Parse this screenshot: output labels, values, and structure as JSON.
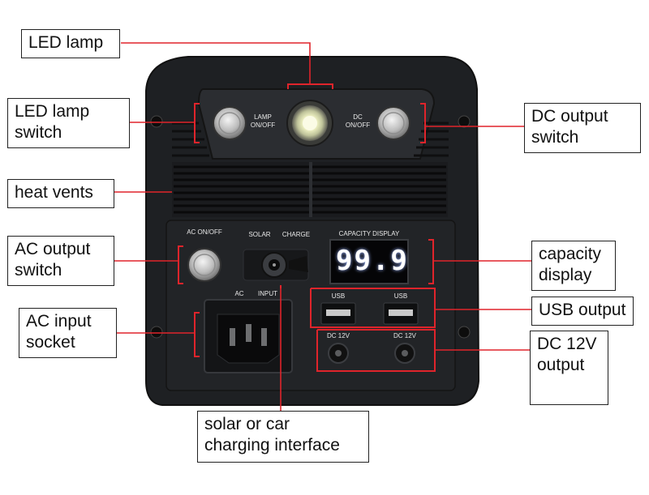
{
  "callouts": {
    "led_lamp": "LED lamp",
    "led_lamp_switch": [
      "LED lamp",
      "switch"
    ],
    "heat_vents": "heat vents",
    "ac_output_switch": [
      "AC output",
      "switch"
    ],
    "ac_input_socket": [
      "AC input",
      "socket"
    ],
    "dc_output_switch": [
      "DC output",
      "switch"
    ],
    "capacity_display": [
      "capacity",
      "display"
    ],
    "usb_output": "USB output",
    "dc_12v_output": [
      "DC 12V",
      "output"
    ],
    "solar_charging": [
      "solar or car",
      "charging interface"
    ]
  },
  "panel_labels": {
    "lamp_switch": [
      "LAMP",
      "ON/OFF"
    ],
    "dc_switch": [
      "DC",
      "ON/OFF"
    ],
    "ac_switch": "AC ON/OFF",
    "solar": "SOLAR",
    "charge": "CHARGE",
    "ac": "AC",
    "input": "INPUT",
    "capacity": "CAPACITY DISPLAY",
    "usb_left": "USB",
    "usb_right": "USB",
    "dc12_left": "DC 12V",
    "dc12_right": "DC 12V"
  },
  "display_reading": "99.9",
  "colors": {
    "leader_line": "#e0242b",
    "bracket": "#e0242b",
    "panel": "#222427",
    "callout_border": "#222222"
  }
}
